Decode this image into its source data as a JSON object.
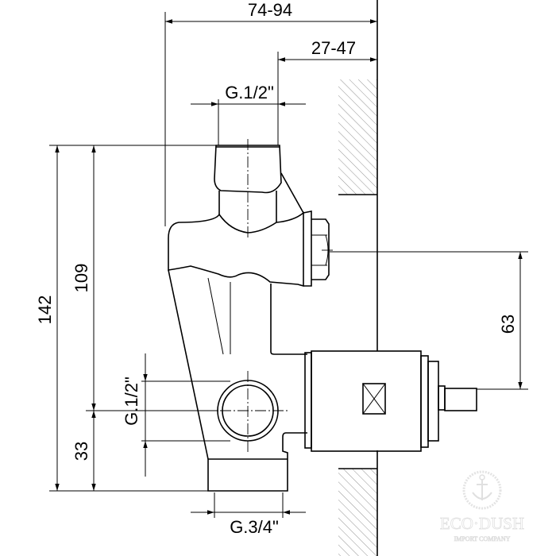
{
  "dimensions": {
    "overall_depth": "74-94",
    "wall_depth": "27-47",
    "top_thread": "G.1/2\"",
    "total_height": "142",
    "height_to_inlet": "109",
    "inlet_to_bottom": "33",
    "side_thread": "G.1/2\"",
    "spindle_height": "63",
    "bottom_thread": "G.3/4\""
  },
  "watermark": {
    "brand": "ECO·DUSH",
    "tagline": "IMPORT COMPANY"
  }
}
